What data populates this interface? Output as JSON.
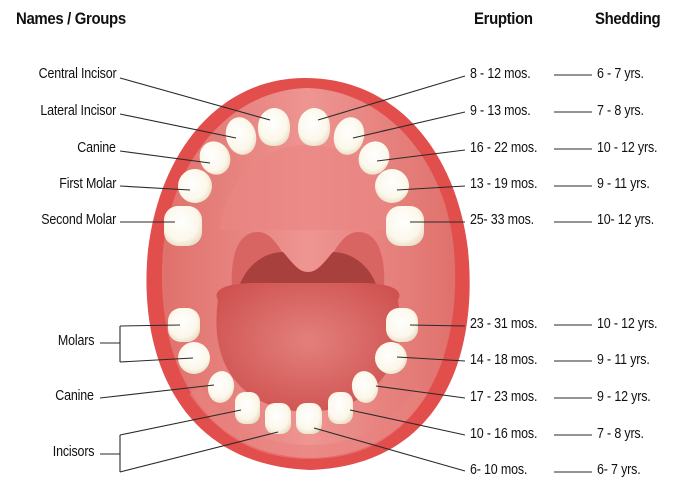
{
  "headers": {
    "names": "Names / Groups",
    "eruption": "Eruption",
    "shedding": "Shedding"
  },
  "upper": [
    {
      "name": "Central Incisor",
      "eruption": "8 - 12 mos.",
      "shedding": "6 - 7 yrs."
    },
    {
      "name": "Lateral Incisor",
      "eruption": "9 - 13 mos.",
      "shedding": "7 - 8 yrs."
    },
    {
      "name": "Canine",
      "eruption": "16 - 22 mos.",
      "shedding": "10 - 12 yrs."
    },
    {
      "name": "First Molar",
      "eruption": "13 - 19 mos.",
      "shedding": "9 - 11 yrs."
    },
    {
      "name": "Second Molar",
      "eruption": "25- 33 mos.",
      "shedding": "10- 12 yrs."
    }
  ],
  "lower": [
    {
      "eruption": "23 - 31 mos.",
      "shedding": "10 - 12 yrs."
    },
    {
      "eruption": "14 - 18 mos.",
      "shedding": "9 - 11 yrs."
    },
    {
      "eruption": "17 - 23 mos.",
      "shedding": "9 - 12 yrs."
    },
    {
      "eruption": "10 - 16 mos.",
      "shedding": "7 - 8 yrs."
    },
    {
      "eruption": "6- 10 mos.",
      "shedding": "6- 7 yrs."
    }
  ],
  "lower_groups": {
    "molars": "Molars",
    "canine": "Canine",
    "incisors": "Incisors"
  },
  "colors": {
    "lip": "#e0504f",
    "gum": "#ec8a86",
    "palate": "#e57874",
    "throat": "#a8413f",
    "tongue": "#d9605e",
    "tooth": "#fdfbf3",
    "line": "#2a2a2a"
  }
}
